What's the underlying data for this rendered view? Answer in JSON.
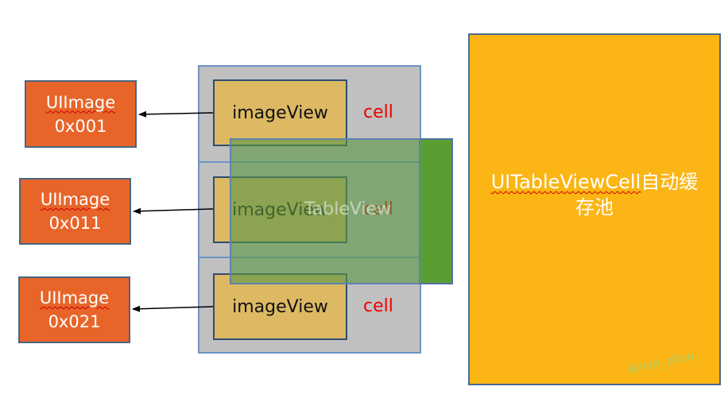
{
  "images": [
    {
      "name": "UIImage",
      "address": "0x001"
    },
    {
      "name": "UIImage",
      "address": "0x011"
    },
    {
      "name": "UIImage",
      "address": "0x021"
    }
  ],
  "cells": [
    {
      "image_view": "imageView",
      "label": "cell"
    },
    {
      "image_view": "imageView",
      "label": "cell"
    },
    {
      "image_view": "imageView",
      "label": "cell"
    }
  ],
  "table_view": {
    "label": "TableView"
  },
  "reuse_pool": {
    "name": "UITableViewCell",
    "suffix": "自动缓",
    "line2": "存池"
  },
  "watermark": "kevin_zhou",
  "colors": {
    "uiimage_fill": "#e8652a",
    "cell_fill": "#c0c0c0",
    "image_view_fill": "#dfb95c",
    "table_view_fill": "#5a9e32",
    "reuse_pool_fill": "#fbb514",
    "cell_label": "#ee0000"
  }
}
